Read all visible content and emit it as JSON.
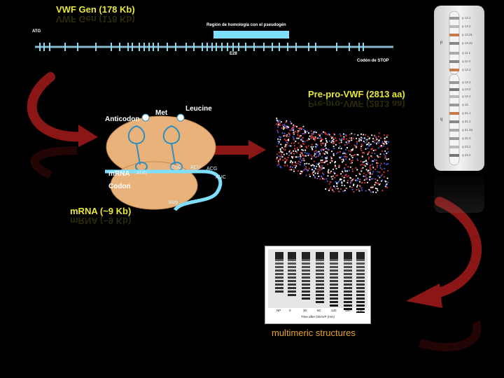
{
  "gene": {
    "title": "VWF Gen (178 Kb)",
    "atg_label": "ATG",
    "homology_label": "Región de homología con el pseudogén",
    "exon_label": "E28",
    "stop_label": "Codón de STOP"
  },
  "mrna": {
    "title": "mRNA (~9 Kb)",
    "anticodon_label": "Anticodon",
    "met_label": "Met",
    "leucine_label": "Leucine",
    "mrna_label": "mRNA",
    "codon_label": "Codon",
    "codons": [
      "AUG",
      "CUG",
      "ACU",
      "ACG",
      "AUC"
    ],
    "stop_label": "Stop"
  },
  "protein": {
    "title": "Pre-pro-VWF (2813 aa)"
  },
  "chromosome": {
    "p_arm": "p",
    "q_arm": "q",
    "bands": [
      "p 13.1",
      "p 13.2",
      "p 13.31",
      "p 13.32",
      "q 11.1",
      "q 11.2",
      "q 12.2",
      "q 13.1",
      "q 13.3",
      "q 14.1",
      "q 15",
      "q 21.1",
      "q 21.2",
      "q 21.33",
      "q 22.3",
      "q 23.1",
      "q 23.2"
    ]
  },
  "gel": {
    "lanes": [
      "NP",
      "0",
      "30",
      "60",
      "120",
      "180",
      "240"
    ],
    "xlabel": "Time after DDAVP (min)",
    "caption": "multimeric structures"
  },
  "colors": {
    "title": "#e8e83a",
    "gene_line": "#6fb4d8",
    "exon": "#8fd8f0",
    "homology": "#7fdfff",
    "arrow": "#8a1616",
    "caption": "#e8a420"
  }
}
